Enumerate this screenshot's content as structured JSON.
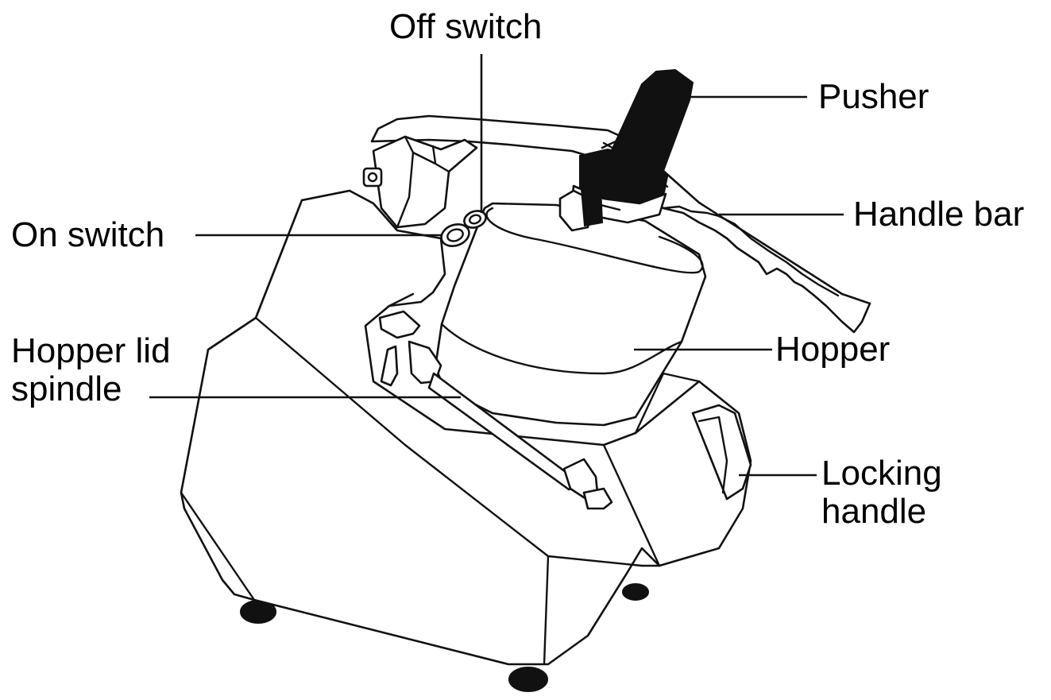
{
  "labels": {
    "off_switch": "Off switch",
    "pusher": "Pusher",
    "handle_bar": "Handle bar",
    "on_switch": "On switch",
    "hopper_lid_spindle": [
      "Hopper lid",
      "spindle"
    ],
    "hopper": "Hopper",
    "locking_handle": [
      "Locking",
      "handle"
    ]
  },
  "colors": {
    "line": "#111111",
    "background": "#ffffff"
  }
}
